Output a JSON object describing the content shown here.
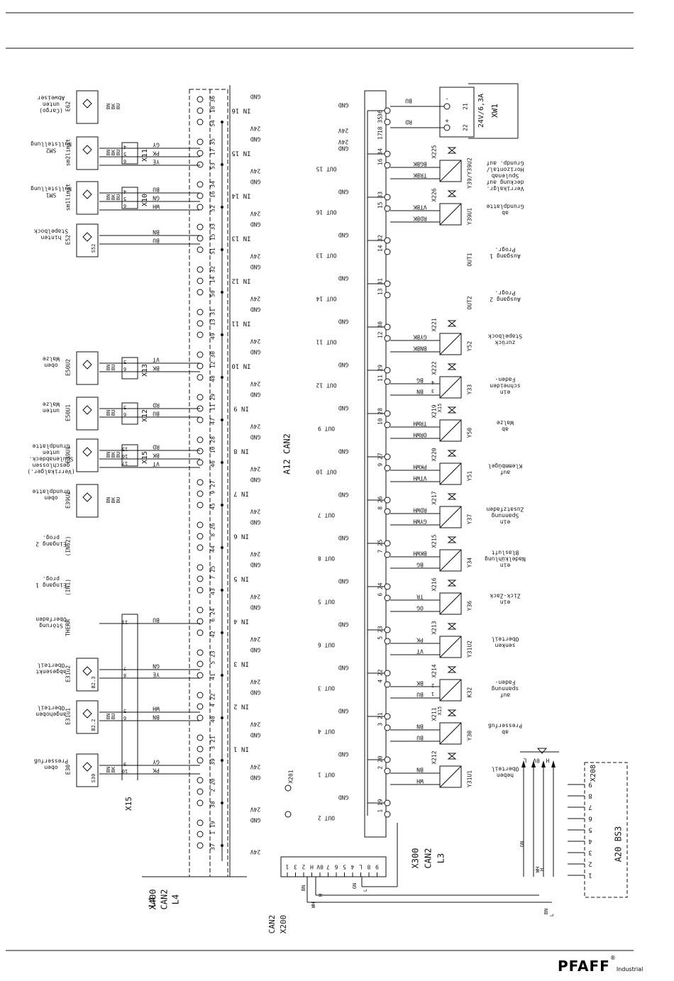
{
  "footer": {
    "brand": "PFAFF",
    "brand_mark": "®",
    "brand_sub": "Industrial"
  },
  "x400": {
    "labels": [
      "L4",
      "CAN2",
      "X400"
    ],
    "groups": [
      {
        "name": "IN 16",
        "pins": [
          "18 36",
          "54"
        ]
      },
      {
        "name": "IN 15",
        "pins": [
          "17 35",
          "53"
        ]
      },
      {
        "name": "IN 14",
        "pins": [
          "16 34",
          "52"
        ]
      },
      {
        "name": "IN 13",
        "pins": [
          "15 33",
          "51"
        ]
      },
      {
        "name": "IN 12",
        "pins": [
          "14 32",
          "50"
        ]
      },
      {
        "name": "IN 11",
        "pins": [
          "13 31",
          "49"
        ]
      },
      {
        "name": "IN 10",
        "pins": [
          "12 30",
          "48"
        ]
      },
      {
        "name": "IN 9",
        "pins": [
          "11 29",
          "47"
        ]
      },
      {
        "name": "IN 8",
        "pins": [
          "10 28",
          "46"
        ]
      },
      {
        "name": "IN 7",
        "pins": [
          "9 27",
          "45"
        ]
      },
      {
        "name": "IN 6",
        "pins": [
          "8 26",
          "44"
        ]
      },
      {
        "name": "IN 5",
        "pins": [
          "7 25",
          "43"
        ]
      },
      {
        "name": "IN 4",
        "pins": [
          "6 24",
          "42"
        ]
      },
      {
        "name": "IN 3",
        "pins": [
          "5 23",
          "41"
        ]
      },
      {
        "name": "IN 2",
        "pins": [
          "4 22",
          "40"
        ]
      },
      {
        "name": "IN 1",
        "pins": [
          "3 21",
          "39"
        ]
      },
      {
        "name": "",
        "pins": [
          "2 20",
          "38"
        ]
      },
      {
        "name": "",
        "pins": [
          "1 19",
          "37"
        ]
      }
    ],
    "gnd": "GND",
    "v24": "24V"
  },
  "inputs": [
    {
      "code": "E62",
      "desc": [
        "Abweiser",
        "unten",
        "(Cargo)"
      ],
      "wires": [
        "BN",
        "BK",
        "BU"
      ]
    },
    {
      "code": "sm2limit",
      "desc": [
        "Nullstellung",
        "SM2"
      ],
      "wires": [
        "BN",
        "BK",
        "BU"
      ],
      "plug": "X11",
      "plug_pins": [
        "4",
        "5",
        "6"
      ],
      "colors": [
        "GY",
        "PK",
        "YE"
      ]
    },
    {
      "code": "sm1limit",
      "desc": [
        "Nullstellung",
        "SM1"
      ],
      "wires": [
        "BN",
        "BK",
        "BU"
      ],
      "plug": "X10",
      "plug_pins": [
        "4",
        "5",
        "6"
      ],
      "colors": [
        "BU",
        "GN",
        "WH"
      ]
    },
    {
      "code": "E52",
      "desc": [
        "Stapelbock",
        "hinten"
      ],
      "switch": "S52",
      "colors": [
        "BN",
        "BU"
      ]
    },
    {
      "code": "E50U2",
      "desc": [
        "Walze",
        "oben"
      ],
      "wires": [
        "BN",
        "BU"
      ],
      "plug": "X13",
      "plug_pins": [
        "5",
        "6"
      ],
      "colors": [
        "VT",
        "BK"
      ]
    },
    {
      "code": "E50U1",
      "desc": [
        "Walze",
        "unten"
      ],
      "wires": [
        "BN",
        "BU"
      ],
      "plug": "X12",
      "plug_pins": [
        "5",
        "6"
      ],
      "colors": [
        "RD",
        "BU"
      ]
    },
    {
      "code": "E39U1",
      "desc": [
        "Grundplatte",
        "unten",
        "Spulenabdeck.",
        "geschlossen",
        "(Verrikalger.)"
      ],
      "wires": [
        "BN",
        "BK",
        "BU"
      ],
      "plug": "X15",
      "plug_pins": [
        "15",
        "16",
        "17"
      ],
      "colors": [
        "RD",
        "BK",
        "VT"
      ]
    },
    {
      "code": "E39U2",
      "desc": [
        "Grundplatte",
        "oben"
      ],
      "wires": [
        "BN",
        "BK",
        "BU"
      ]
    },
    {
      "code": "(IN62)",
      "desc": [
        "prog.",
        "Eingang 2"
      ]
    },
    {
      "code": "(IN1)",
      "desc": [
        "prog.",
        "Eingang 1"
      ]
    },
    {
      "code": "THERR",
      "desc": [
        "Oberfaden",
        "Störung"
      ],
      "plug_pins": [
        "11"
      ],
      "colors": [
        "BU"
      ]
    },
    {
      "code": "E31u2",
      "desc": [
        "Oberteil",
        "abgesenkt"
      ],
      "switch": "B2.3",
      "plug_pins": [
        "7",
        "8"
      ],
      "colors": [
        "GN",
        "YE"
      ]
    },
    {
      "code": "E31u1",
      "desc": [
        "Oberteil",
        "angehoben"
      ],
      "switch": "B2.2",
      "wires": [
        "BN",
        "BU"
      ],
      "plug_pins": [
        "5",
        "6"
      ],
      "colors": [
        "WH",
        "BN"
      ]
    },
    {
      "code": "E30",
      "desc": [
        "Presserfuß",
        "oben"
      ],
      "switch": "S30",
      "wires": [
        "BN",
        "BK"
      ],
      "plug_pins": [
        "9",
        "10"
      ],
      "colors": [
        "GY",
        "PK"
      ]
    }
  ],
  "x15_label": "X15",
  "center": {
    "label": "A12  CAN2",
    "x201": "X201",
    "x200_labels": [
      "CAN2",
      "X200"
    ],
    "x200_pins": [
      "1",
      "3",
      "2",
      "H",
      "0V",
      "7",
      "6",
      "5",
      "4",
      "L",
      "8",
      "9"
    ],
    "x200_wires": [
      "BN",
      "WH",
      "H",
      "GN",
      "L"
    ]
  },
  "x300": {
    "labels": [
      "X300",
      "CAN2",
      "L3"
    ],
    "groups": [
      {
        "name": "",
        "pins": [
          "36",
          "18 35",
          "17"
        ],
        "right": [
          "BU",
          "RD"
        ]
      },
      {
        "name": "OUT 15",
        "pins": [
          "16 34"
        ]
      },
      {
        "name": "OUT 16",
        "pins": [
          "15 33"
        ]
      },
      {
        "name": "OUT 13",
        "pins": [
          "14 32"
        ]
      },
      {
        "name": "OUT 14",
        "pins": [
          "13 31"
        ]
      },
      {
        "name": "OUT 11",
        "pins": [
          "12 30"
        ]
      },
      {
        "name": "OUT 12",
        "pins": [
          "11 29"
        ]
      },
      {
        "name": "OUT 9",
        "pins": [
          "10 28"
        ]
      },
      {
        "name": "OUT 10",
        "pins": [
          "9 27"
        ]
      },
      {
        "name": "OUT 7",
        "pins": [
          "8 26"
        ]
      },
      {
        "name": "OUT 8",
        "pins": [
          "7 25"
        ]
      },
      {
        "name": "OUT 5",
        "pins": [
          "6 24"
        ]
      },
      {
        "name": "OUT 6",
        "pins": [
          "5 23"
        ]
      },
      {
        "name": "OUT 3",
        "pins": [
          "4 22"
        ]
      },
      {
        "name": "OUT 4",
        "pins": [
          "3 21"
        ]
      },
      {
        "name": "OUT 1",
        "pins": [
          "2 20"
        ]
      },
      {
        "name": "OUT 2",
        "pins": [
          "1 19"
        ]
      }
    ],
    "gnd": "GND",
    "v24": "24V"
  },
  "xw1": {
    "label": "XW1",
    "rating": "24V/6,3A",
    "pins": [
      "21",
      "22"
    ],
    "signs": [
      "-",
      "+"
    ]
  },
  "outputs": [
    {
      "code": "Y39/Y39U2",
      "plug": "X225",
      "desc": [
        "Grundp. auf",
        "Horizontal/",
        "Spulenab",
        "deckung auf",
        "Verrikalgr."
      ],
      "colors": [
        "BGBK",
        "TRBK"
      ]
    },
    {
      "code": "Y39U1",
      "plug": "X226",
      "desc": [
        "Grundplatte",
        "ab"
      ],
      "colors": [
        "VTBK",
        "RDBK"
      ]
    },
    {
      "code": "OUT1",
      "desc": [
        "Progr.",
        "Ausgang 1"
      ]
    },
    {
      "code": "OUT2",
      "desc": [
        "Progr.",
        "Ausgang 2"
      ]
    },
    {
      "code": "Y52",
      "plug": "X221",
      "desc": [
        "Stapelbock",
        "zurück"
      ],
      "colors": [
        "GYBK",
        "BNBK"
      ]
    },
    {
      "code": "Y33",
      "plug": "X222",
      "desc": [
        "Faden-",
        "schneiden",
        "ein"
      ],
      "colors": [
        "BG",
        "BN"
      ],
      "plug_pins": [
        "4",
        "3"
      ],
      "sub": "X15"
    },
    {
      "code": "Y50",
      "plug": "X219",
      "desc": [
        "Walze",
        "ab"
      ],
      "colors": [
        "TRWH",
        "ORWH"
      ]
    },
    {
      "code": "Y51",
      "plug": "X220",
      "desc": [
        "Klemmbügel",
        "auf"
      ],
      "colors": [
        "PKWH",
        "VTWH"
      ]
    },
    {
      "code": "Y37",
      "plug": "X217",
      "desc": [
        "Zusatzfaden",
        "Spannung",
        "ein"
      ],
      "colors": [
        "RDWH",
        "GYWH"
      ]
    },
    {
      "code": "Y34",
      "plug": "X215",
      "desc": [
        "Blasluft",
        "Nadelkühlung",
        "ein"
      ],
      "colors": [
        "BKWH",
        "BG"
      ]
    },
    {
      "code": "Y36",
      "plug": "X216",
      "desc": [
        "Zick-Zack",
        "ein"
      ],
      "colors": [
        "TR",
        "OG"
      ]
    },
    {
      "code": "Y31U2",
      "plug": "X213",
      "desc": [
        "Oberteil",
        "senken"
      ],
      "colors": [
        "PK",
        "VT"
      ]
    },
    {
      "code": "K32",
      "plug": "X214",
      "desc": [
        "Faden-",
        "spannung",
        "auf"
      ],
      "colors": [
        "BK",
        "BU"
      ],
      "plug_pins": [
        "2",
        "1"
      ],
      "sub": "X15"
    },
    {
      "code": "Y30",
      "plug": "X211",
      "desc": [
        "Presserfuß",
        "ab"
      ],
      "colors": [
        "BN",
        "BU"
      ]
    },
    {
      "code": "Y31U1",
      "plug": "X212",
      "desc": [
        "Oberteil",
        "heben"
      ],
      "colors": [
        "BN",
        "WH"
      ]
    }
  ],
  "a20": {
    "label": "A20  BS3",
    "plug": "X208",
    "pins": [
      "1",
      "2",
      "3",
      "4",
      "5",
      "6",
      "7",
      "8",
      "9"
    ],
    "bus": [
      "L",
      "0V",
      "H"
    ],
    "wires": [
      "GN",
      "WH",
      "H",
      "BN",
      "L"
    ]
  }
}
